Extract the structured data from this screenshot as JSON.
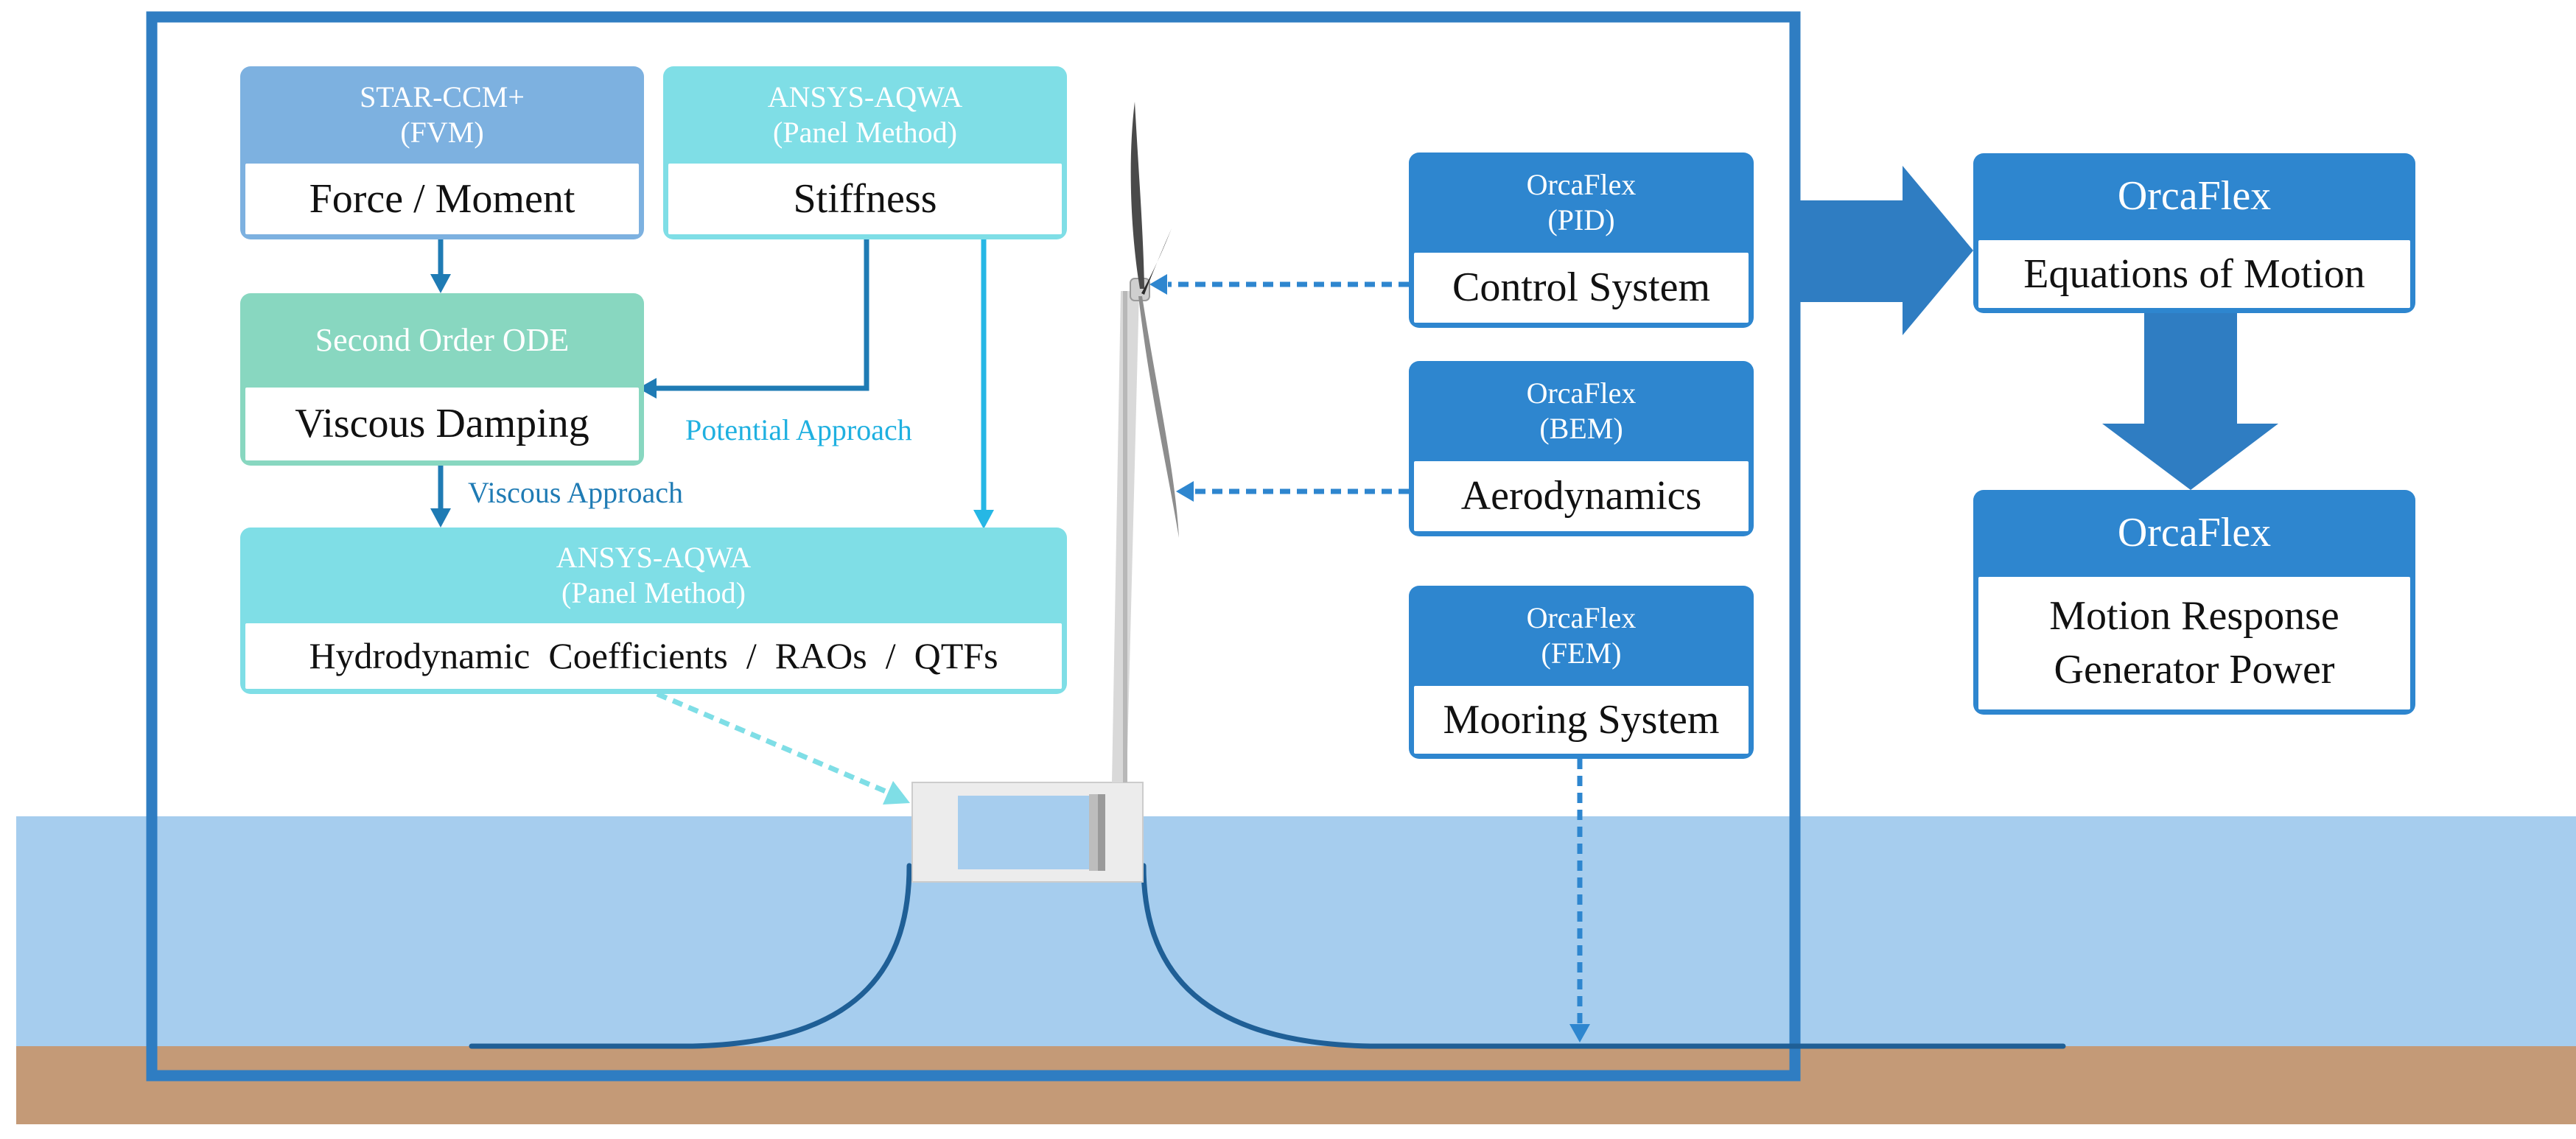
{
  "colors": {
    "frame": "#2f7dc2",
    "water": "#a6cdee",
    "seabed": "#c49a77",
    "mooring": "#1f5f96",
    "star_ccm": "#7db1e0",
    "aqwa": "#7fdee6",
    "ode": "#88d7c0",
    "orcaflex": "#2e86cf",
    "arrow_dark": "#1f7bb4",
    "arrow_light": "#26b7e5",
    "label_dark": "#1f7bb4",
    "label_light": "#1fb0e0",
    "dotted_aqwa": "#7fdee6",
    "dotted_orca": "#2e86cf"
  },
  "boxes": {
    "star_ccm": {
      "header_line1": "STAR-CCM+",
      "header_line2": "(FVM)",
      "body_line1": "Force / Moment"
    },
    "aqwa_stiffness": {
      "header_line1": "ANSYS-AQWA",
      "header_line2": "(Panel Method)",
      "body_line1": "Stiffness"
    },
    "second_order_ode": {
      "header_line1": "Second Order ODE",
      "body_line1": "Viscous Damping"
    },
    "aqwa_hydro": {
      "header_line1": "ANSYS-AQWA",
      "header_line2": "(Panel Method)",
      "body_line1": "Hydrodynamic  Coefficients  /  RAOs  /  QTFs"
    },
    "orcaflex_pid": {
      "header_line1": "OrcaFlex",
      "header_line2": "(PID)",
      "body_line1": "Control System"
    },
    "orcaflex_bem": {
      "header_line1": "OrcaFlex",
      "header_line2": "(BEM)",
      "body_line1": "Aerodynamics"
    },
    "orcaflex_fem": {
      "header_line1": "OrcaFlex",
      "header_line2": "(FEM)",
      "body_line1": "Mooring System"
    },
    "orcaflex_eom": {
      "header_line1": "OrcaFlex",
      "body_line1": "Equations of Motion"
    },
    "orcaflex_response": {
      "header_line1": "OrcaFlex",
      "body_line1": "Motion Response",
      "body_line2": "Generator Power"
    }
  },
  "labels": {
    "viscous_approach": "Viscous Approach",
    "potential_approach": "Potential Approach"
  }
}
